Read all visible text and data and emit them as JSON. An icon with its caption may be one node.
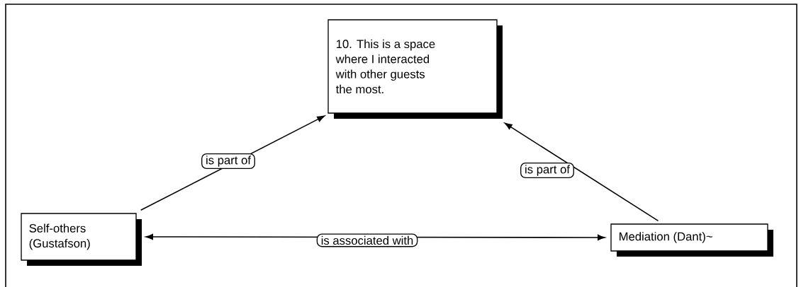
{
  "diagram": {
    "nodes": [
      {
        "text": [
          "10. This is a space where I interacted with other guests the most."
        ]
      },
      {
        "text": [
          "Self-others (Gustafson)"
        ]
      },
      {
        "text": [
          "Mediation (Dant)~"
        ]
      }
    ],
    "edges": [
      {
        "from": 1,
        "to": 0,
        "arrow": "to",
        "label": "is part of"
      },
      {
        "from": 2,
        "to": 0,
        "arrow": "to",
        "label": "is part of"
      },
      {
        "from": 1,
        "to": 2,
        "arrow": "both",
        "label": "is associated with"
      }
    ]
  }
}
